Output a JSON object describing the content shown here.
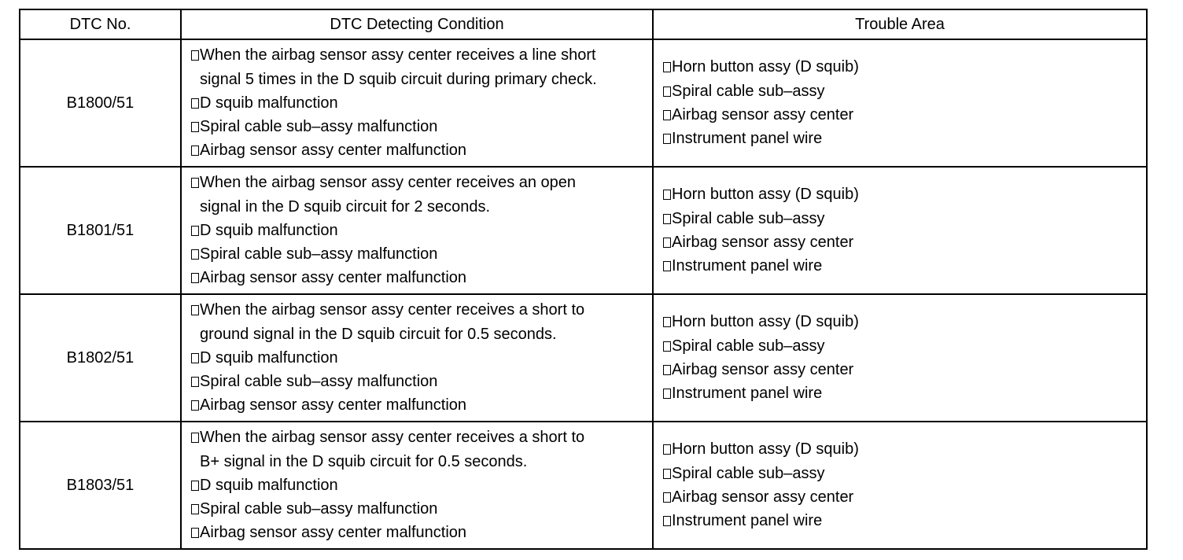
{
  "table": {
    "headers": [
      "DTC No.",
      "DTC Detecting Condition",
      "Trouble Area"
    ],
    "rows": [
      {
        "code": "B1800/51",
        "conditions": [
          {
            "text": "When the airbag sensor assy center receives a line short",
            "bullet": true
          },
          {
            "text": "signal 5 times in the D squib circuit during primary check.",
            "bullet": false
          },
          {
            "text": "D squib malfunction",
            "bullet": true
          },
          {
            "text": "Spiral cable sub–assy malfunction",
            "bullet": true
          },
          {
            "text": "Airbag sensor assy center malfunction",
            "bullet": true
          }
        ],
        "areas": [
          "Horn button assy (D squib)",
          "Spiral cable sub–assy",
          "Airbag sensor assy center",
          "Instrument panel wire"
        ]
      },
      {
        "code": "B1801/51",
        "conditions": [
          {
            "text": "When the airbag sensor assy center receives an open",
            "bullet": true
          },
          {
            "text": "signal in the D squib circuit for 2 seconds.",
            "bullet": false
          },
          {
            "text": "D squib malfunction",
            "bullet": true
          },
          {
            "text": "Spiral cable sub–assy malfunction",
            "bullet": true
          },
          {
            "text": "Airbag sensor assy center malfunction",
            "bullet": true
          }
        ],
        "areas": [
          "Horn button assy (D squib)",
          "Spiral cable sub–assy",
          "Airbag sensor assy center",
          "Instrument panel wire"
        ]
      },
      {
        "code": "B1802/51",
        "conditions": [
          {
            "text": "When the airbag sensor assy center receives a short to",
            "bullet": true
          },
          {
            "text": "ground signal in the D squib circuit for 0.5 seconds.",
            "bullet": false
          },
          {
            "text": "D squib malfunction",
            "bullet": true
          },
          {
            "text": "Spiral cable sub–assy malfunction",
            "bullet": true
          },
          {
            "text": "Airbag sensor assy center malfunction",
            "bullet": true
          }
        ],
        "areas": [
          "Horn button assy (D squib)",
          "Spiral cable sub–assy",
          "Airbag sensor assy center",
          "Instrument panel wire"
        ]
      },
      {
        "code": "B1803/51",
        "conditions": [
          {
            "text": "When the airbag sensor assy center receives a short to",
            "bullet": true
          },
          {
            "text": "B+ signal in the D squib circuit for 0.5 seconds.",
            "bullet": false
          },
          {
            "text": "D squib malfunction",
            "bullet": true
          },
          {
            "text": "Spiral cable sub–assy malfunction",
            "bullet": true
          },
          {
            "text": "Airbag sensor assy center malfunction",
            "bullet": true
          }
        ],
        "areas": [
          "Horn button assy (D squib)",
          "Spiral cable sub–assy",
          "Airbag sensor assy center",
          "Instrument panel wire"
        ]
      }
    ]
  }
}
